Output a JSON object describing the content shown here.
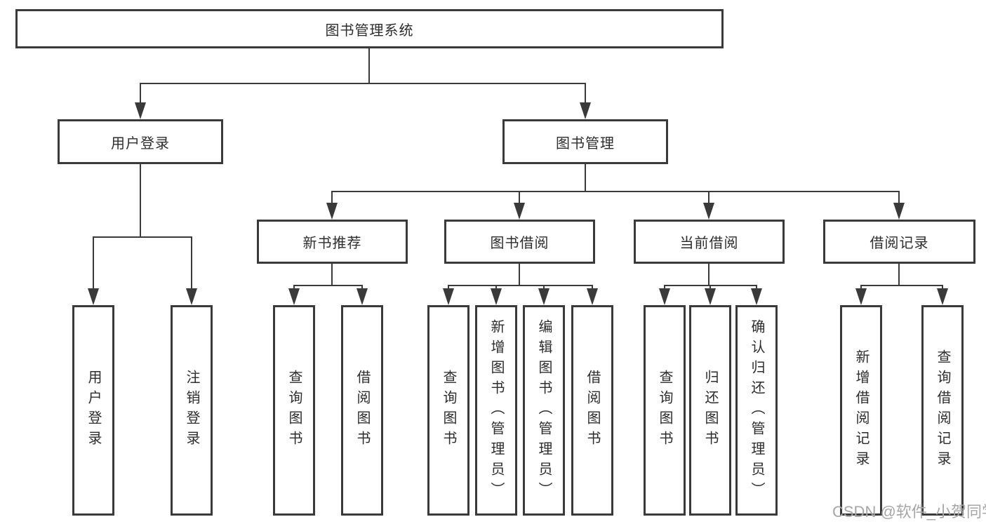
{
  "diagram": {
    "root": "图书管理系统",
    "level2": {
      "user_login": "用户登录",
      "book_mgmt": "图书管理"
    },
    "level3": {
      "new_books": "新书推荐",
      "borrow": "图书借阅",
      "current": "当前借阅",
      "records": "借阅记录"
    },
    "leaves": {
      "user_login": [
        "用户登录",
        "注销登录"
      ],
      "new_books": [
        "查询图书",
        "借阅图书"
      ],
      "borrow": [
        "查询图书",
        "新增图书（管理员）",
        "编辑图书（管理员）",
        "借阅图书"
      ],
      "current": [
        "查询图书",
        "归还图书",
        "确认归还（管理员）"
      ],
      "records": [
        "新增借阅记录",
        "查询借阅记录"
      ]
    }
  },
  "watermark": "CSDN @软件_小贺同学",
  "colors": {
    "line": "#3a3a3a",
    "text": "#2d2d2d",
    "watermark": "#a6a6a6",
    "background": "#ffffff"
  }
}
